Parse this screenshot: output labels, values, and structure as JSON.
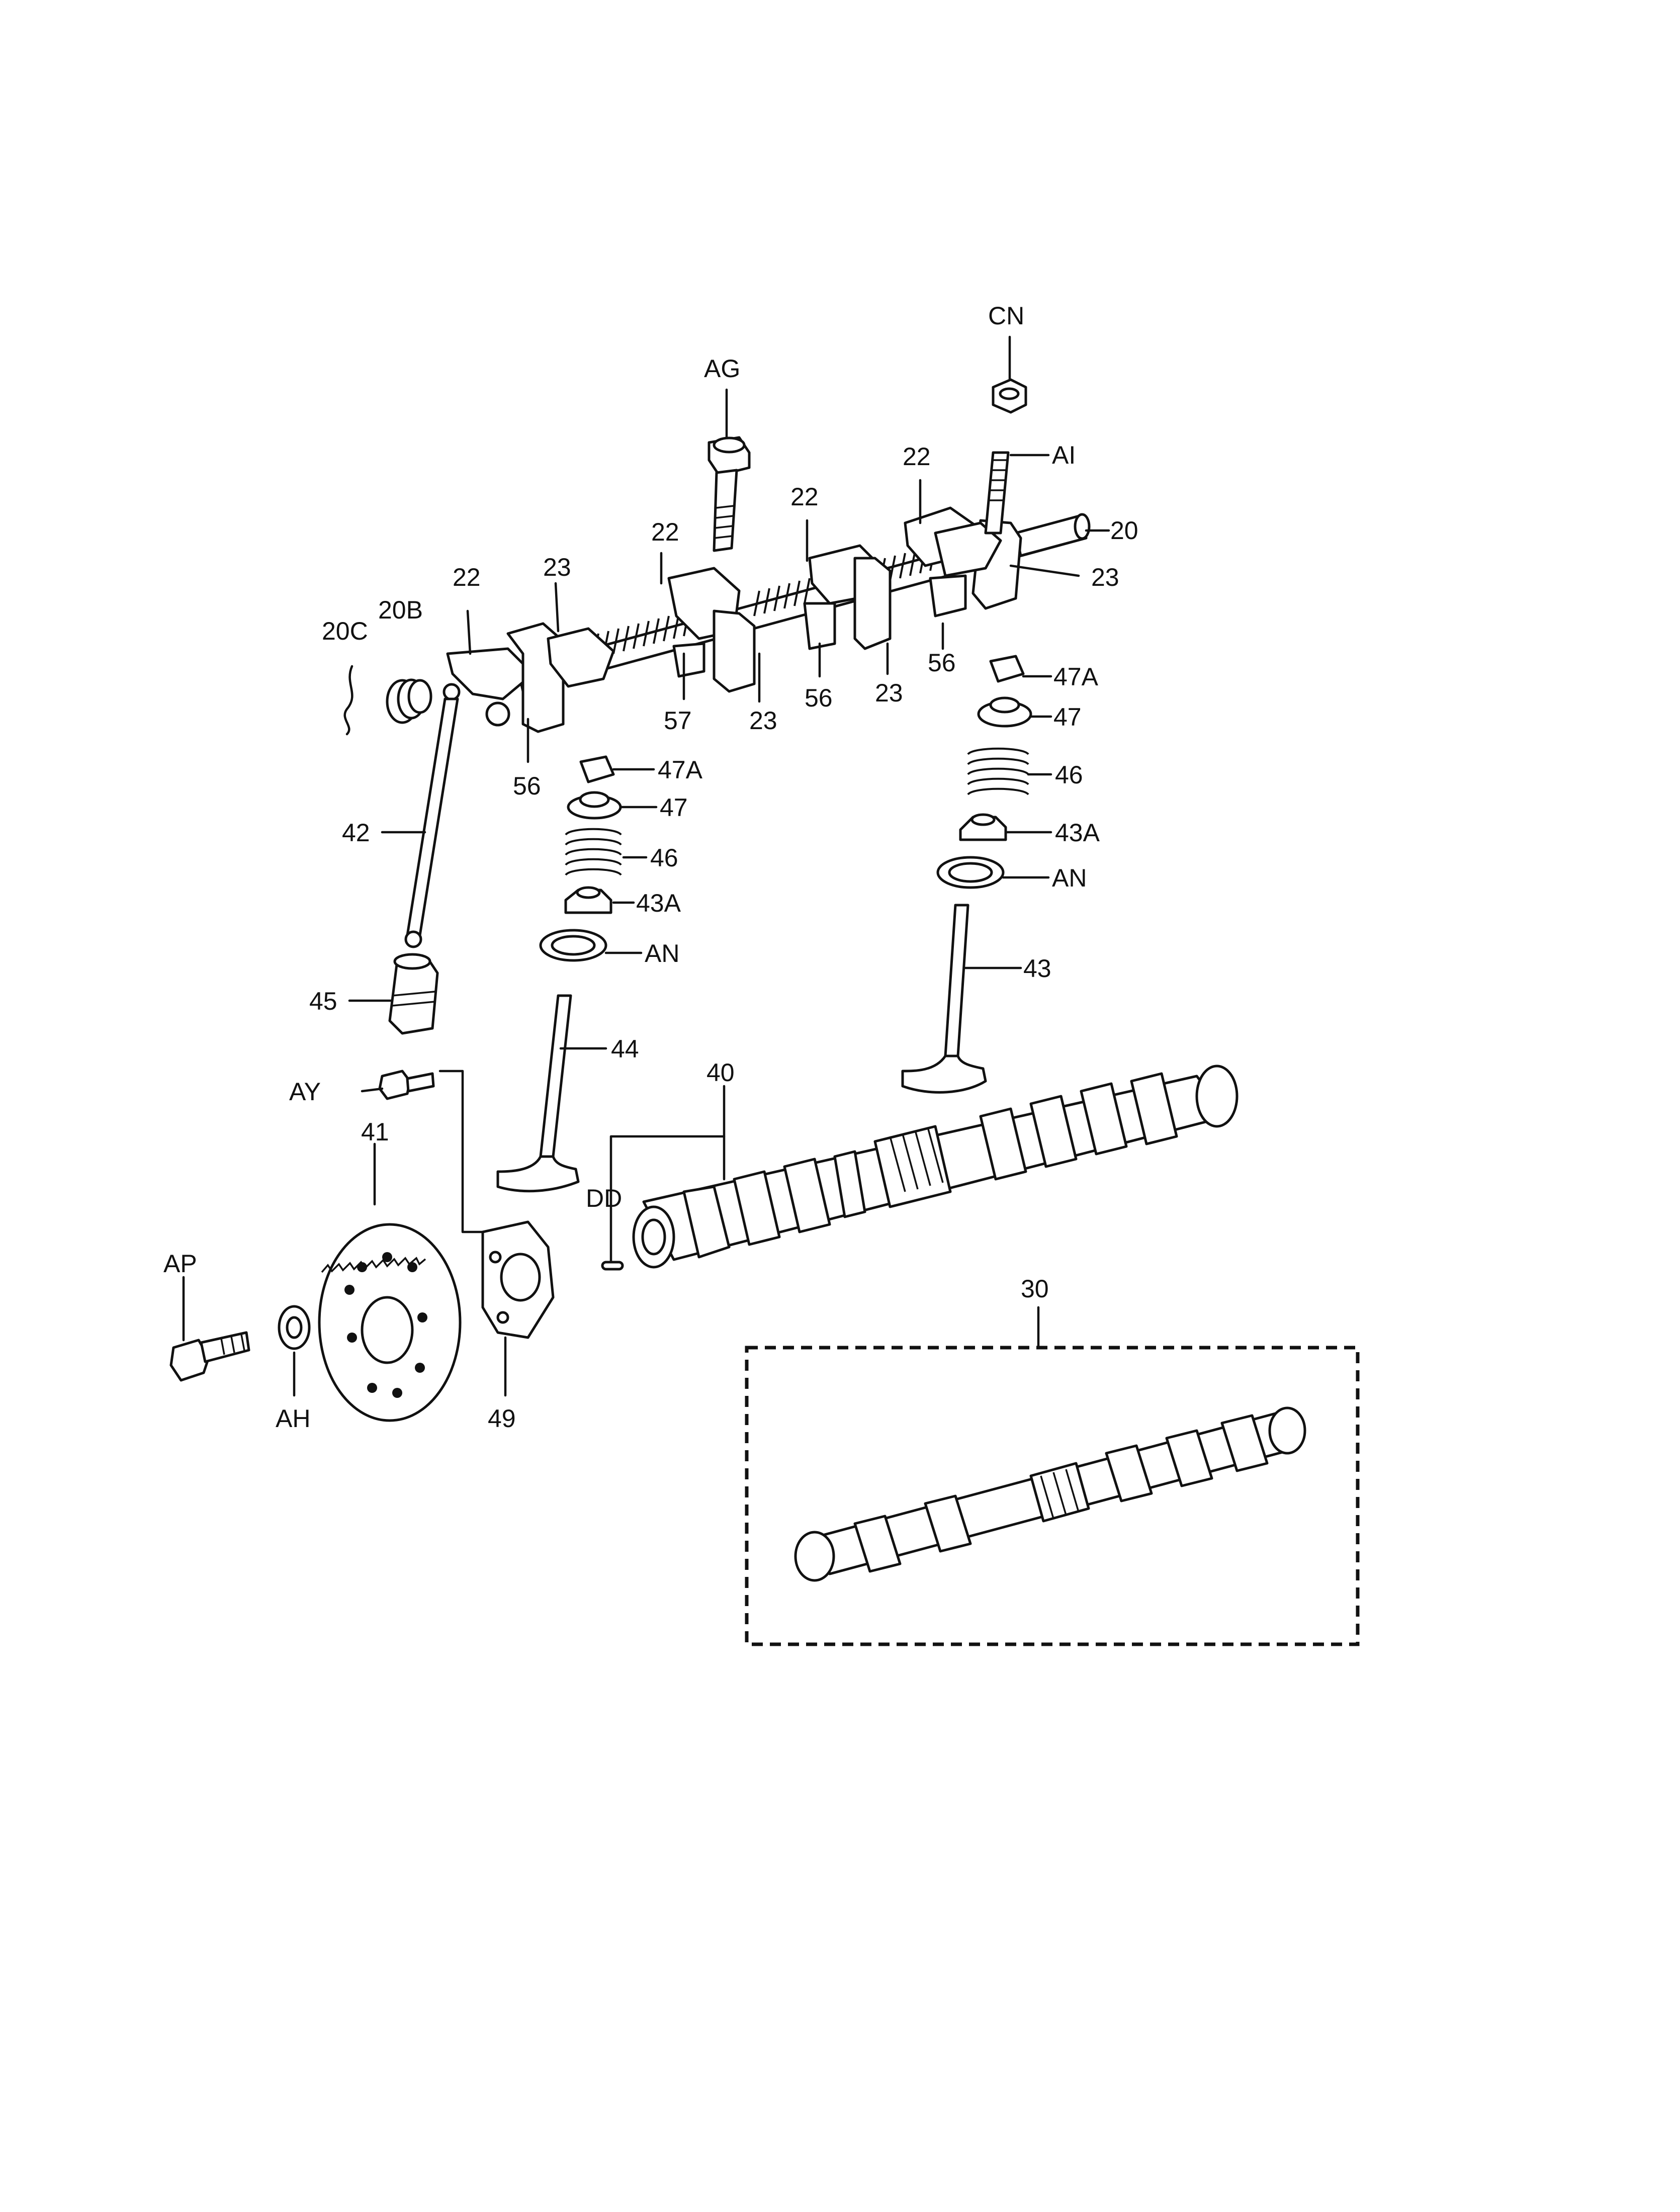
{
  "callouts": {
    "CN": "CN",
    "AG": "AG",
    "AI": "AI",
    "p20": "20",
    "p20B": "20B",
    "p20C": "20C",
    "p22a": "22",
    "p22b": "22",
    "p22c": "22",
    "p22d": "22",
    "p23a": "23",
    "p23b": "23",
    "p23c": "23",
    "p23d": "23",
    "p56a": "56",
    "p56b": "56",
    "p56c": "56",
    "p57": "57",
    "p47Aa": "47A",
    "p47Ab": "47A",
    "p47a": "47",
    "p47b": "47",
    "p46a": "46",
    "p46b": "46",
    "p43Aa": "43A",
    "p43Ab": "43A",
    "ANa": "AN",
    "ANb": "AN",
    "p42": "42",
    "p45": "45",
    "p43": "43",
    "p44": "44",
    "p40": "40",
    "DD": "DD",
    "AY": "AY",
    "p41": "41",
    "AP": "AP",
    "AH": "AH",
    "p49": "49",
    "p30": "30"
  },
  "icons": [
    "rocker-shaft-assembly",
    "valve-spring-stack",
    "pushrod",
    "tappet",
    "valve",
    "camshaft",
    "camshaft-gear",
    "thrust-plate",
    "bolt",
    "nut",
    "washer"
  ]
}
